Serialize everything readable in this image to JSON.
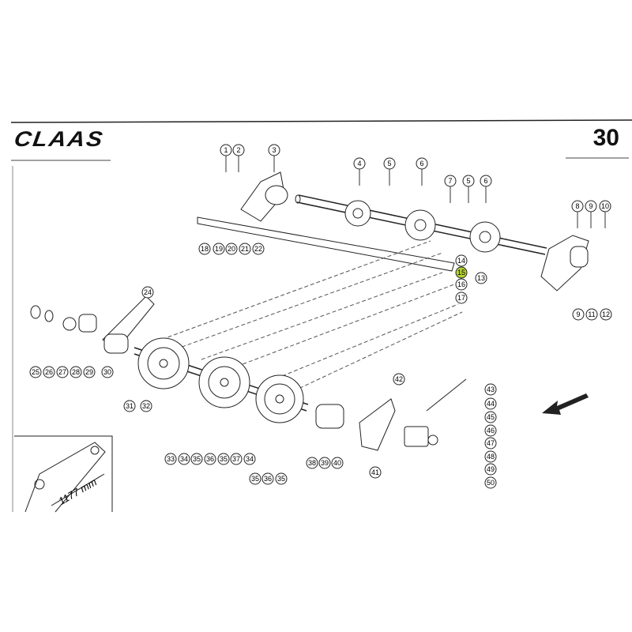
{
  "header": {
    "brand": "CLAAS",
    "page_number": "30"
  },
  "inset": {
    "dimension_label": "1177 mm"
  },
  "highlight_color": "#b5d334",
  "callouts": [
    "1",
    "2",
    "3",
    "4",
    "5",
    "6",
    "7",
    "5",
    "6",
    "8",
    "9",
    "10",
    "14",
    "15",
    "16",
    "13",
    "17",
    "18",
    "19",
    "20",
    "21",
    "22",
    "24",
    "9",
    "11",
    "12",
    "25",
    "26",
    "27",
    "28",
    "29",
    "30",
    "31",
    "32",
    "42",
    "43",
    "44",
    "45",
    "46",
    "47",
    "48",
    "49",
    "50",
    "33",
    "34",
    "35",
    "36",
    "35",
    "37",
    "34",
    "38",
    "39",
    "40",
    "41",
    "35",
    "36",
    "35"
  ],
  "highlighted_callout": "15"
}
